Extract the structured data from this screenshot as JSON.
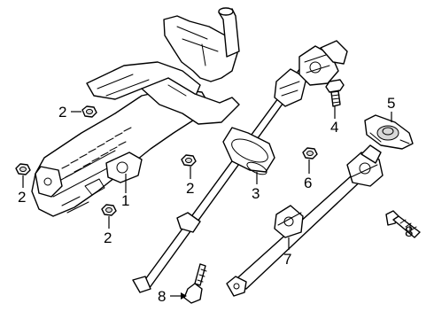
{
  "diagram": {
    "callouts": {
      "c1": "1",
      "c2a": "2",
      "c2b": "2",
      "c2c": "2",
      "c2d": "2",
      "c3": "3",
      "c4": "4",
      "c5": "5",
      "c6": "6",
      "c7": "7",
      "c8a": "8",
      "c8b": "8"
    }
  }
}
